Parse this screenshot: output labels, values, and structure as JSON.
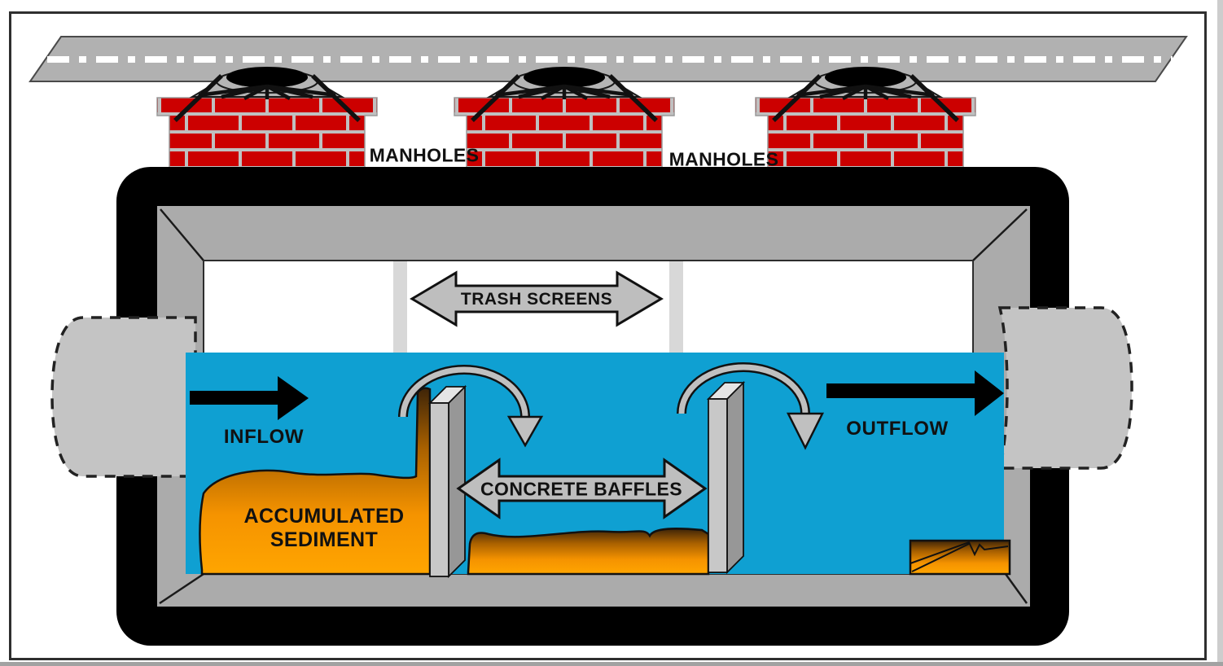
{
  "diagram": {
    "labels": {
      "manholes_left": "MANHOLES",
      "manholes_right": "MANHOLES",
      "trash_screens": "TRASH SCREENS",
      "concrete_baffles": "CONCRETE BAFFLES",
      "inflow": "INFLOW",
      "outflow": "OUTFLOW",
      "accumulated_sediment": {
        "line1": "ACCUMULATED",
        "line2": "SEDIMENT"
      }
    },
    "colors": {
      "water": "#0FA0D2",
      "brick_red": "#CC0000",
      "mortar_gray": "#C0C0C0",
      "road_gray": "#B1B1B1",
      "vault_frame": "#000000",
      "wall_gray": "#ABABAB",
      "interior_white": "#FFFFFF",
      "screen_gray": "#D8D8D8",
      "arrow_gray": "#BEBEBE",
      "pipe_gray": "#C4C4C4",
      "cover_gray": "#B5B5B5",
      "baffle_gray": "#C8C8C8",
      "baffle_side": "#979797",
      "sediment_dark": "#3E2408",
      "sediment_mid": "#A86000",
      "sediment_orange": "#FFA500",
      "border_gray": "#2F2F2F"
    }
  }
}
